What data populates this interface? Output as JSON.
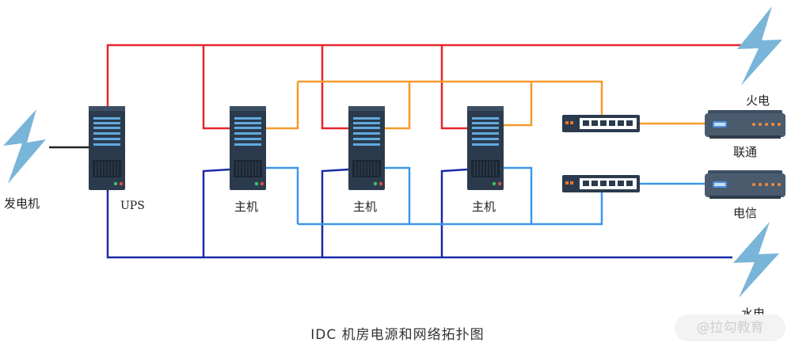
{
  "labels": {
    "generator": "发电机",
    "ups": "UPS",
    "host1": "主机",
    "host2": "主机",
    "host3": "主机",
    "fire_power": "火电",
    "unicom": "联通",
    "telecom": "电信",
    "hydro_power": "水电"
  },
  "caption": "IDC 机房电源和网络拓扑图",
  "watermark": "@拉勾教育",
  "colors": {
    "power_fire": "#e8262a",
    "power_hydro": "#1a2aa6",
    "network_unicom": "#f59a2c",
    "network_telecom": "#3d97e8",
    "generator_line": "#222222",
    "server_body": "#2b3b4d",
    "lightning": "#79b5d8"
  }
}
